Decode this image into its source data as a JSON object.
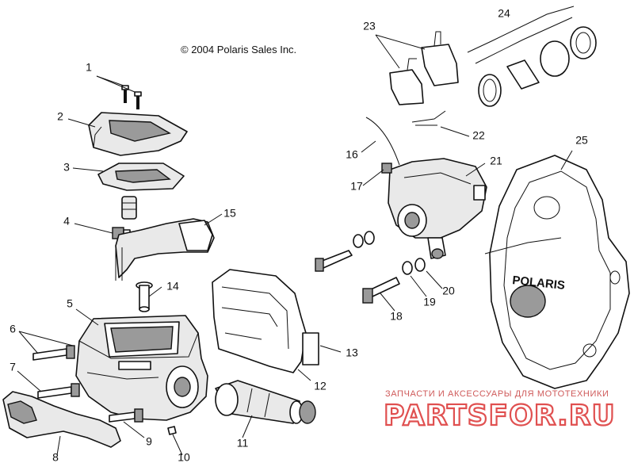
{
  "copyright": "© 2004 Polaris Sales Inc.",
  "cover_logo": "POLARIS",
  "watermark": {
    "tagline": "ЗАПЧАСТИ И АКСЕССУАРЫ ДЛЯ МОТОТЕХНИКИ",
    "brand": "PARTSFOR.RU",
    "color": "#e05050"
  },
  "callouts": {
    "c1": "1",
    "c2": "2",
    "c3": "3",
    "c4": "4",
    "c5": "5",
    "c6": "6",
    "c7": "7",
    "c8": "8",
    "c9": "9",
    "c10": "10",
    "c11": "11",
    "c12": "12",
    "c13": "13",
    "c14": "14",
    "c15": "15",
    "c16": "16",
    "c17": "17",
    "c18": "18",
    "c19": "19",
    "c20": "20",
    "c21": "21",
    "c22": "22",
    "c23": "23",
    "c24": "24",
    "c25": "25"
  }
}
